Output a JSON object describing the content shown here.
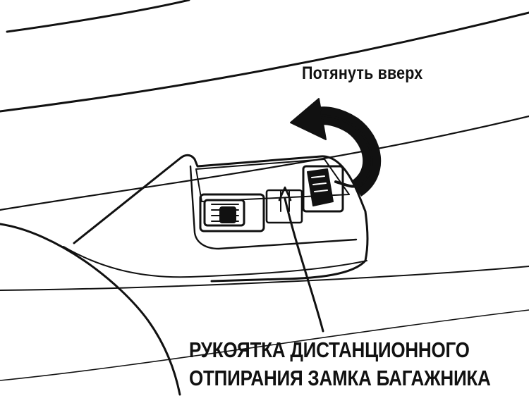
{
  "labels": {
    "pull_up": "Потянуть вверх",
    "handle_line1": "РУКОЯТКА ДИСТАНЦИОННОГО",
    "handle_line2": "ОТПИРАНИЯ ЗАМКА БАГАЖНИКА"
  }
}
